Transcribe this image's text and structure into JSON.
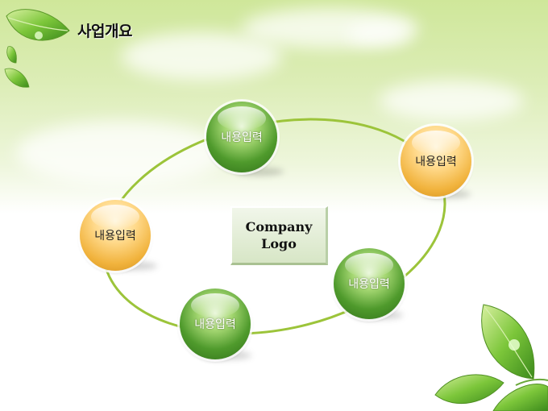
{
  "title": "사업개요",
  "logo": {
    "line1": "Company",
    "line2": "Logo"
  },
  "nodes": [
    {
      "label": "내용입력",
      "color": "green"
    },
    {
      "label": "내용입력",
      "color": "orange"
    },
    {
      "label": "내용입력",
      "color": "green"
    },
    {
      "label": "내용입력",
      "color": "green"
    },
    {
      "label": "내용입력",
      "color": "orange"
    }
  ],
  "colors": {
    "ring": "#9cc43a",
    "green": "#4f9a2c",
    "orange": "#f1b33d"
  }
}
